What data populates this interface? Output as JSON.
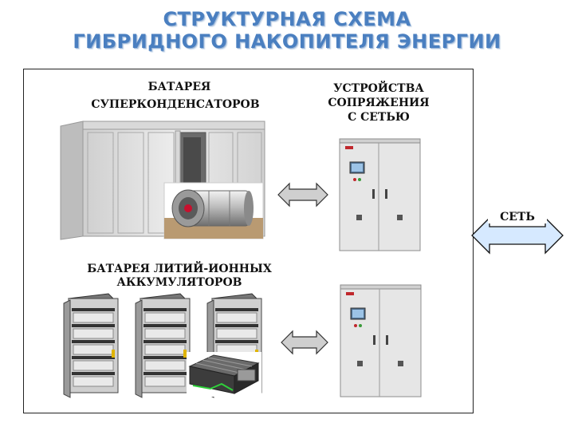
{
  "title": {
    "line1": "СТРУКТУРНАЯ СХЕМА",
    "line2": "ГИБРИДНОГО НАКОПИТЕЛЯ ЭНЕРГИИ"
  },
  "labels": {
    "supercap_line1": "БАТАРЕЯ",
    "supercap_line2": "СУПЕРКОНДЕНСАТОРОВ",
    "interface_line1": "УСТРОЙСТВА",
    "interface_line2": "СОПРЯЖЕНИЯ",
    "interface_line3": "С СЕТЬЮ",
    "liion_line1": "БАТАРЕЯ ЛИТИЙ-ИОННЫХ",
    "liion_line2": "АККУМУЛЯТОРОВ",
    "grid": "СЕТЬ"
  },
  "colors": {
    "title": "#4a7fc0",
    "arrow_fill": "#cfcfcf",
    "grid_arrow_fill": "#d6e9ff",
    "cabinet": "#e4e4e4",
    "cabinet_logo": "#c0282d"
  }
}
